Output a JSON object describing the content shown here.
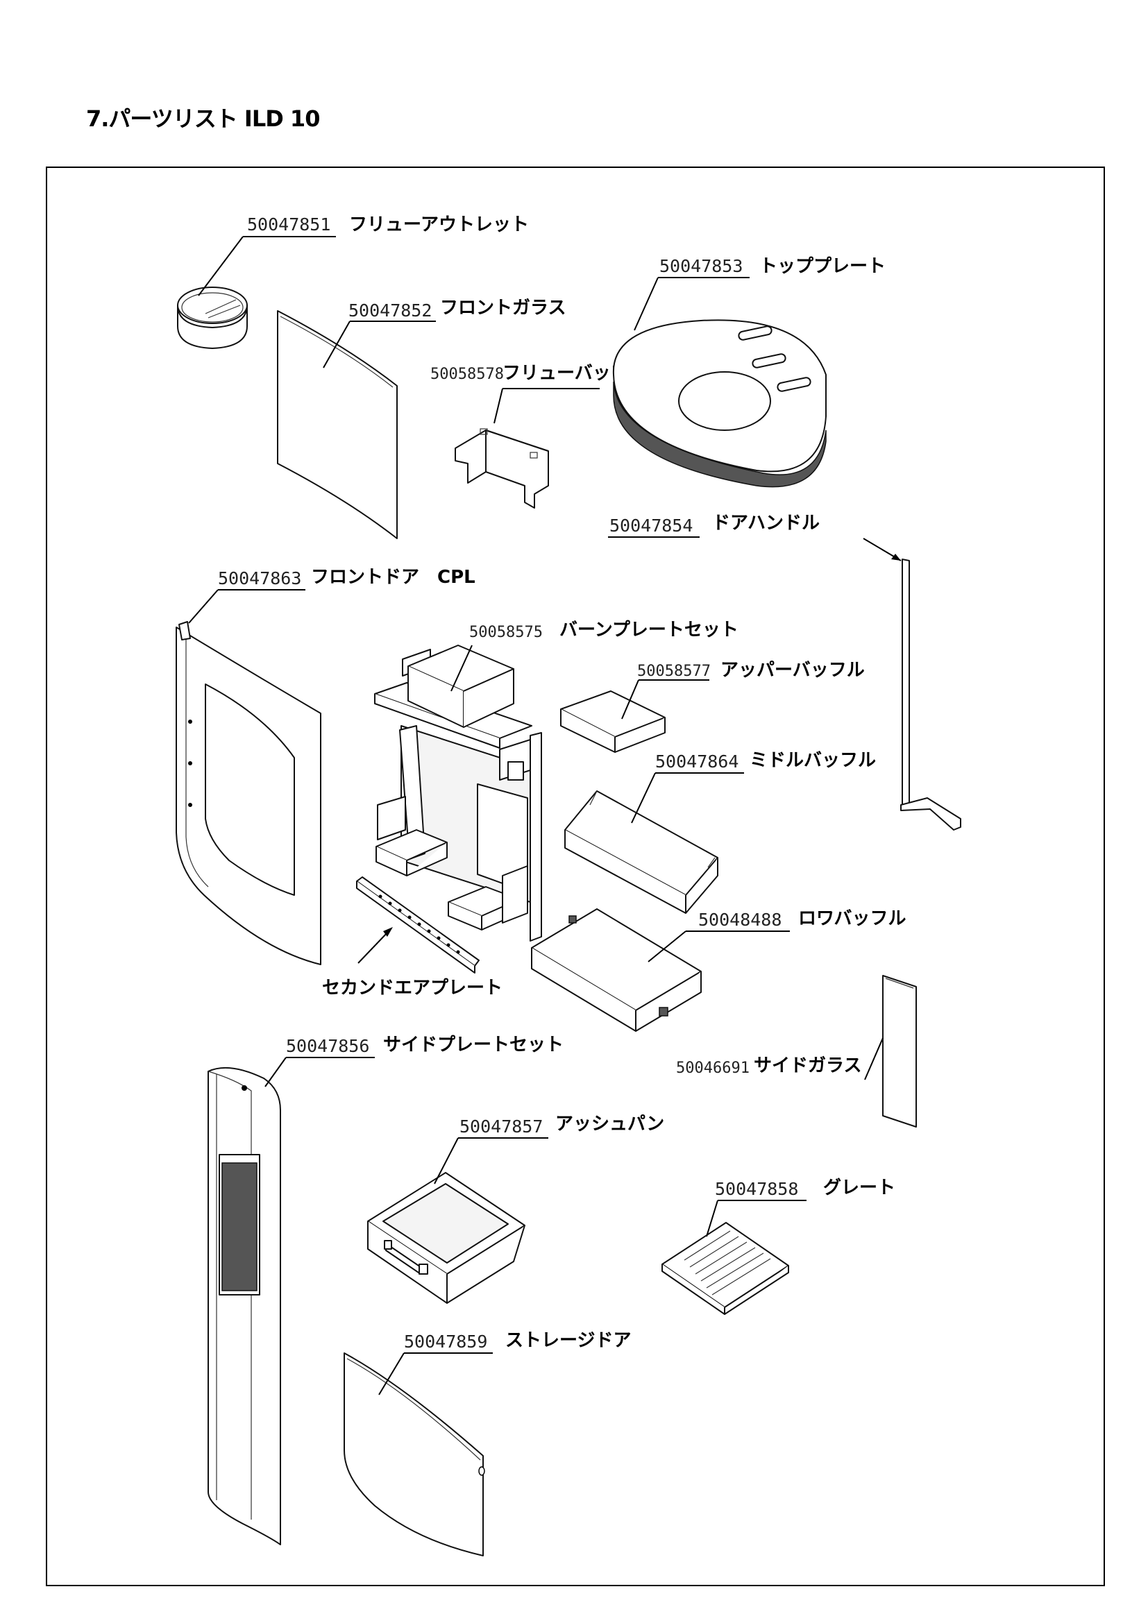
{
  "page": {
    "title": "7.パーツリスト ILD 10"
  },
  "parts": [
    {
      "id": "flue-outlet",
      "number": "50047851",
      "name": "フリューアウトレット"
    },
    {
      "id": "top-plate",
      "number": "50047853",
      "name": "トッププレート"
    },
    {
      "id": "front-glass",
      "number": "50047852",
      "name": "フロントガラス"
    },
    {
      "id": "flue-baffle",
      "number": "50058578",
      "name": "フリューバッフル"
    },
    {
      "id": "door-handle",
      "number": "50047854",
      "name": "ドアハンドル"
    },
    {
      "id": "front-door",
      "number": "50047863",
      "name": "フロントドア　CPL"
    },
    {
      "id": "burn-plate-set",
      "number": "50058575",
      "name": "バーンプレートセット"
    },
    {
      "id": "upper-baffle",
      "number": "50058577",
      "name": "アッパーバッフル"
    },
    {
      "id": "middle-baffle",
      "number": "50047864",
      "name": "ミドルバッフル"
    },
    {
      "id": "lower-baffle",
      "number": "50048488",
      "name": "ロワバッフル"
    },
    {
      "id": "second-air-plate",
      "number": "",
      "name": "セカンドエアプレート"
    },
    {
      "id": "side-plate-set",
      "number": "50047856",
      "name": "サイドプレートセット"
    },
    {
      "id": "side-glass",
      "number": "50046691",
      "name": "サイドガラス"
    },
    {
      "id": "ash-pan",
      "number": "50047857",
      "name": "アッシュパン"
    },
    {
      "id": "grate",
      "number": "50047858",
      "name": "グレート"
    },
    {
      "id": "storage-door",
      "number": "50047859",
      "name": "ストレージドア"
    }
  ]
}
